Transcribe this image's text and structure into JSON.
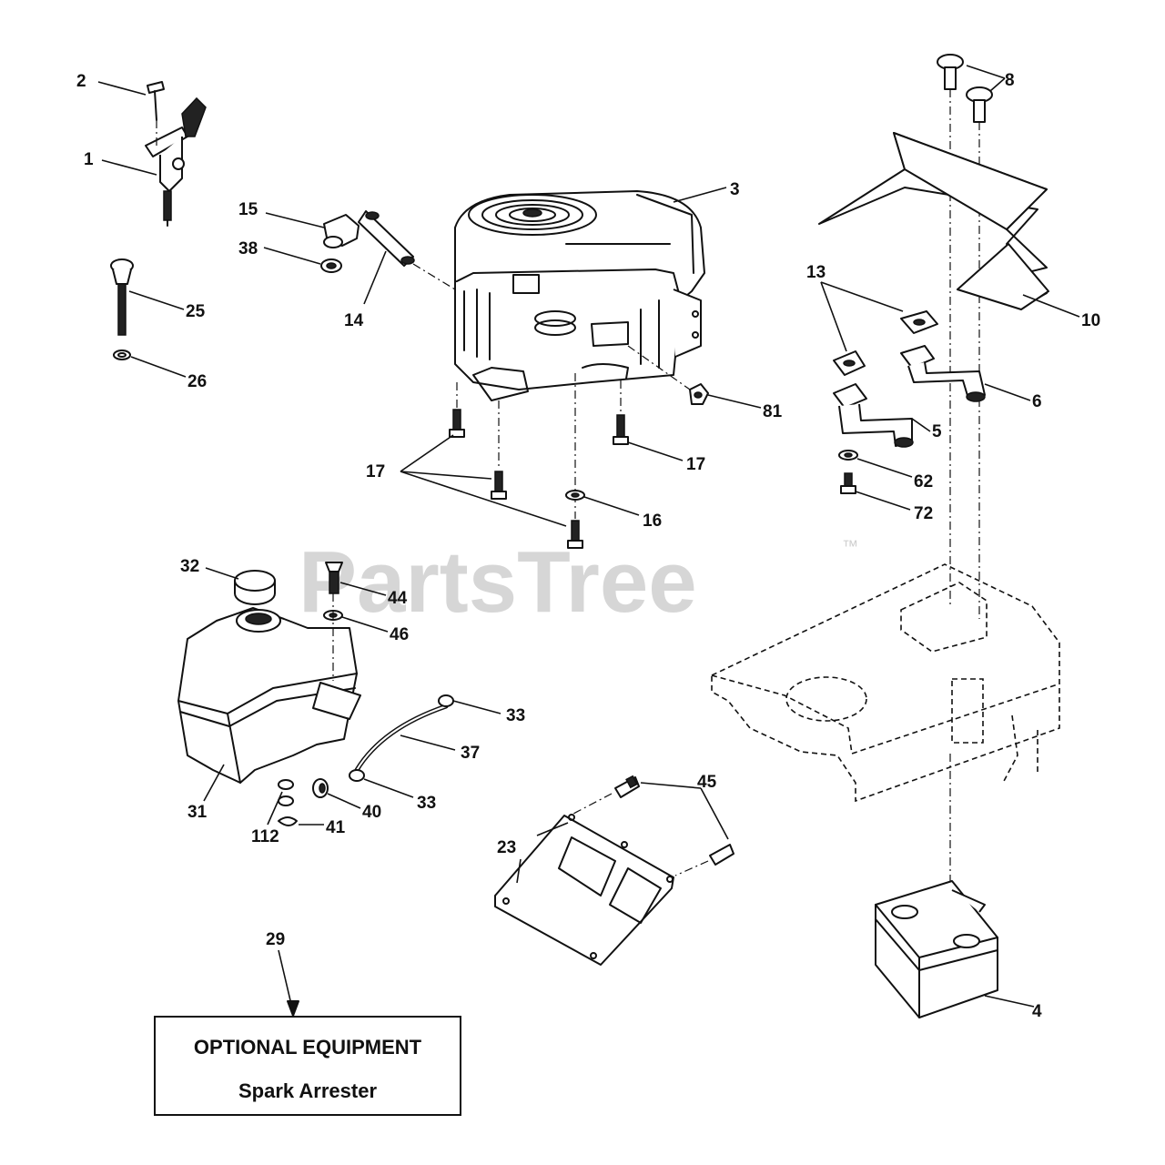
{
  "watermark": {
    "text": "PartsTree",
    "trademark": "™"
  },
  "optional_box": {
    "title": "OPTIONAL EQUIPMENT",
    "subtitle": "Spark Arrester"
  },
  "callouts": {
    "c1": "1",
    "c2": "2",
    "c3": "3",
    "c4": "4",
    "c5": "5",
    "c6": "6",
    "c8": "8",
    "c10": "10",
    "c13": "13",
    "c14": "14",
    "c15": "15",
    "c16": "16",
    "c17a": "17",
    "c17b": "17",
    "c23": "23",
    "c25": "25",
    "c26": "26",
    "c29": "29",
    "c31": "31",
    "c32": "32",
    "c33a": "33",
    "c33b": "33",
    "c37": "37",
    "c38": "38",
    "c40": "40",
    "c41": "41",
    "c44": "44",
    "c45": "45",
    "c46": "46",
    "c62": "62",
    "c72": "72",
    "c81": "81",
    "c112": "112"
  }
}
